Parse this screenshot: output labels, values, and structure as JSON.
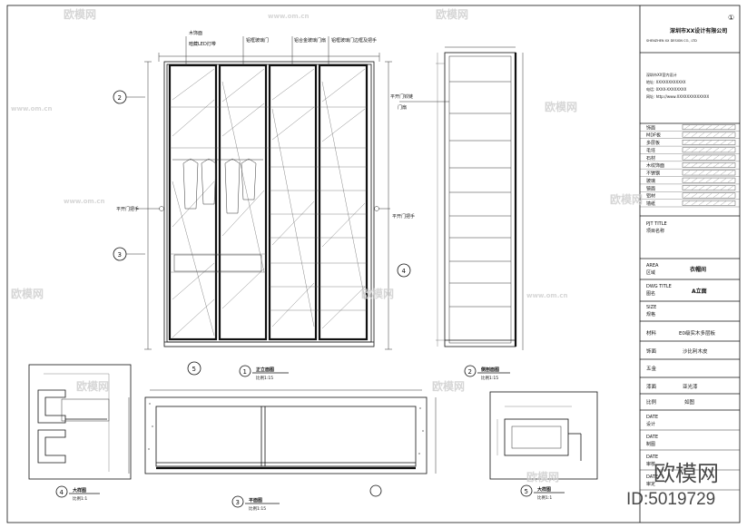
{
  "title_block": {
    "company": "深圳市XX设计有限公司",
    "company_en": "SHENZHEN XX DESIGN CO., LTD",
    "sheet_no": "①",
    "address_block": [
      "深圳市XX室内设计",
      "地址: XXXXXXXXXXXX",
      "电话: 0XXX-XXXXXXXX",
      "网址: http://www.XXXXXXXXXXXXX"
    ],
    "legend": [
      {
        "label": "饰面"
      },
      {
        "label": "MDF板"
      },
      {
        "label": "多层板"
      },
      {
        "label": "毛坯"
      },
      {
        "label": "石材"
      },
      {
        "label": "木纹饰面"
      },
      {
        "label": "不锈钢"
      },
      {
        "label": "玻璃"
      },
      {
        "label": "镜面"
      },
      {
        "label": "铝材"
      },
      {
        "label": "墙纸"
      }
    ],
    "project_title_en": "PJT TITLE",
    "project_title_cn": "项目名称",
    "area_label_en": "AREA",
    "area_label_cn": "区域",
    "area_value": "衣帽间",
    "dwg_title_en": "DWG TITLE",
    "dwg_title_cn": "图名",
    "dwg_title_value": "A立面",
    "size_label_en": "SIZE",
    "size_label_cn": "规格",
    "material_label": "材料",
    "material_value": "E0级实木多层板",
    "veneer_label": "饰面",
    "veneer_value": "沙比利木皮",
    "hardware_label": "五金",
    "finish_label": "漆面",
    "finish_value": "亚光漆",
    "scale_label": "比例",
    "scale_value": "如图",
    "date_rows": [
      {
        "en": "DATE",
        "cn": "设计"
      },
      {
        "en": "DATE",
        "cn": "制图"
      },
      {
        "en": "DATE",
        "cn": "审核"
      },
      {
        "en": "DATE",
        "cn": "审定"
      }
    ]
  },
  "views": {
    "front_elevation": {
      "number": "1",
      "title": "正立面图",
      "scale": "比例1:15"
    },
    "side_section": {
      "number": "2",
      "title": "侧剖面图",
      "scale": "比例1:15"
    },
    "plan": {
      "number": "3",
      "title": "平面图",
      "scale": "比例1:15"
    },
    "detail_left": {
      "number": "4",
      "title": "大样图",
      "scale": "比例1:1"
    },
    "detail_right": {
      "number": "5",
      "title": "大样图",
      "scale": "比例1:1"
    }
  },
  "annotations": {
    "callout_1": "木饰面",
    "callout_2": "铝框玻璃门",
    "callout_3": "铝合金玻璃门扇",
    "callout_4": "暗藏LED灯带",
    "callout_5": "铝框玻璃门边框及把手",
    "handle_left": "平开门把手",
    "handle_right": "平开门把手",
    "side_callout": "平开门铰链",
    "side_callout_2": "门扇"
  },
  "watermark": {
    "brand": "欧模网",
    "url": "www.om.cn",
    "id_text": "ID:5019729"
  }
}
